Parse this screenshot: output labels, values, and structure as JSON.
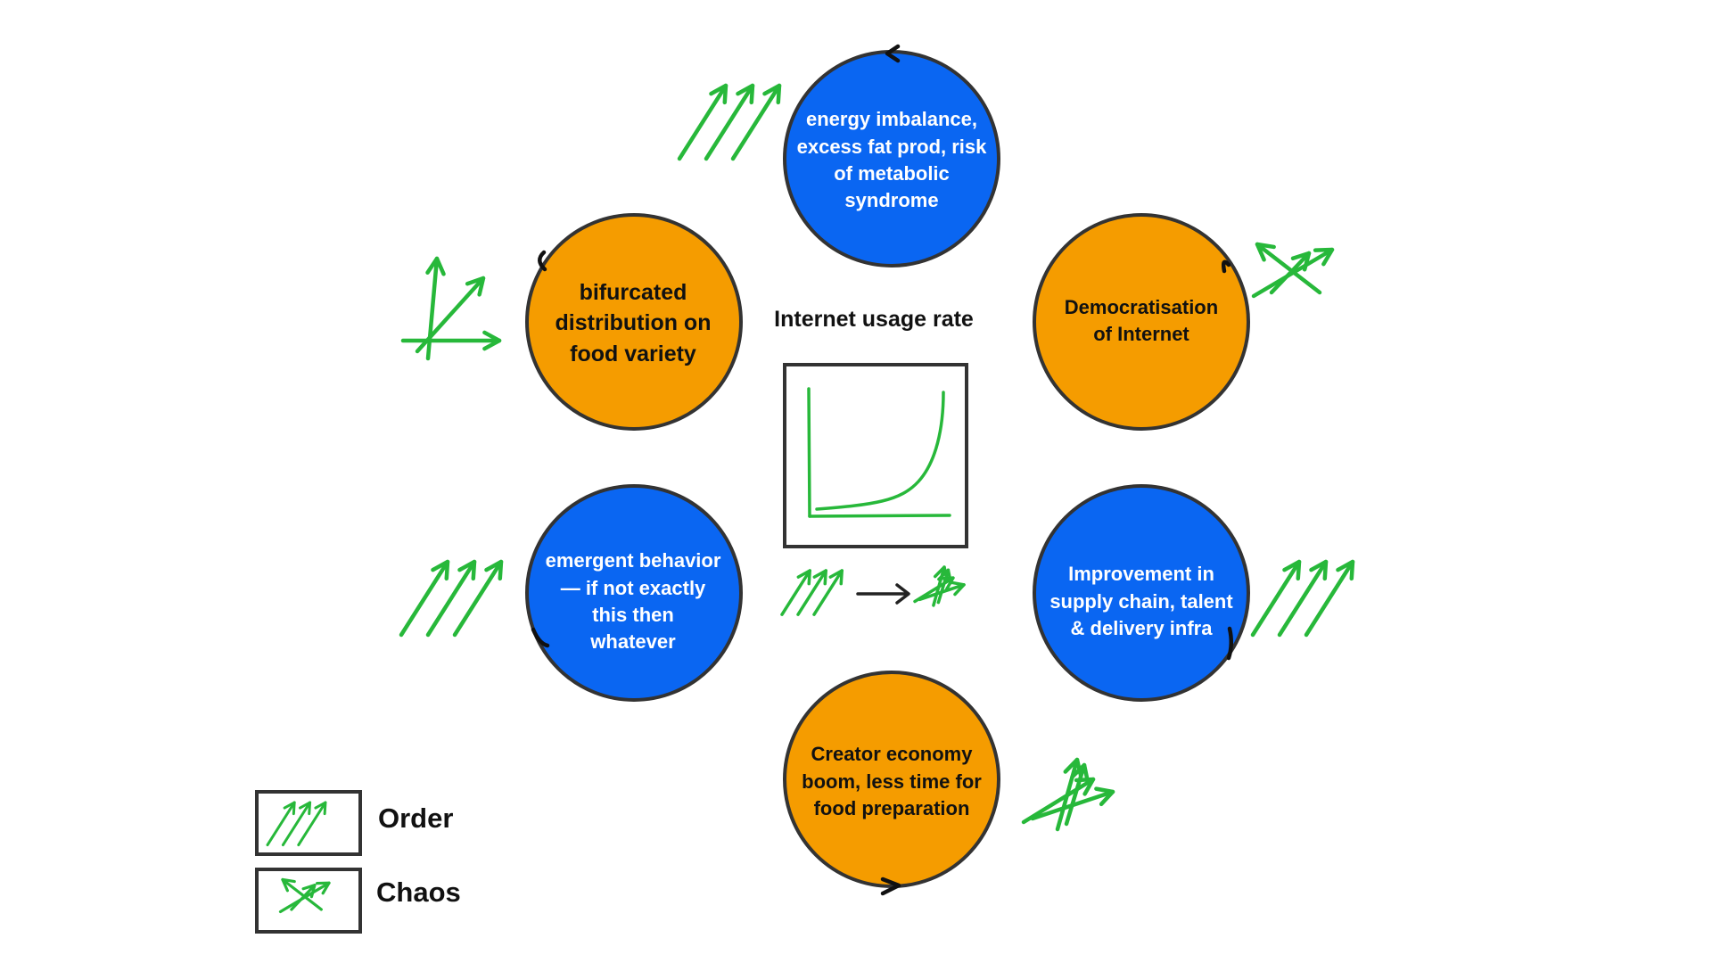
{
  "colors": {
    "orange": "#f59c00",
    "blue": "#0a66f2",
    "outline": "#333333",
    "green": "#27b83a",
    "arrow": "#111111"
  },
  "center": {
    "title": "Internet usage rate"
  },
  "nodes": [
    {
      "id": "energy",
      "color": "blue",
      "lines": [
        "energy imbalance,",
        "excess fat prod, risk",
        "of metabolic",
        "syndrome"
      ]
    },
    {
      "id": "democratisation",
      "color": "orange",
      "lines": [
        "Democratisation",
        "of Internet"
      ]
    },
    {
      "id": "supply",
      "color": "blue",
      "lines": [
        "Improvement in",
        "supply chain, talent",
        "& delivery infra"
      ]
    },
    {
      "id": "creator",
      "color": "orange",
      "lines": [
        "Creator economy",
        "boom, less time for",
        "food preparation"
      ]
    },
    {
      "id": "emergent",
      "color": "blue",
      "lines": [
        "emergent behavior",
        "— if not exactly",
        "this then",
        "whatever"
      ]
    },
    {
      "id": "bifurcated",
      "color": "orange",
      "lines": [
        "bifurcated",
        "distribution on",
        "food variety"
      ]
    }
  ],
  "legend": {
    "order_label": "Order",
    "chaos_label": "Chaos"
  },
  "icons": [
    "order-arrows-icon",
    "chaos-arrows-icon",
    "axes-icon",
    "cycle-arrowhead-icon"
  ]
}
